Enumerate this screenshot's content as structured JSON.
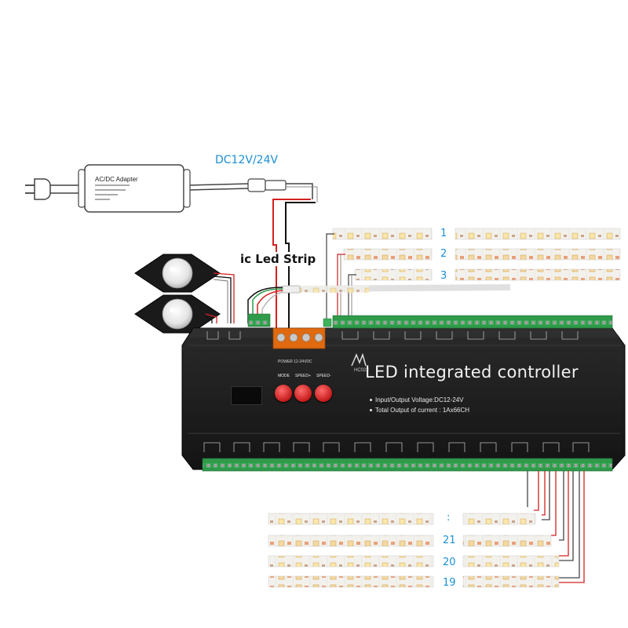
{
  "diagram": {
    "adapter_label": "AC/DC Adapter",
    "dc_label": "DC12V/24V",
    "ic_strip_label": "ic Led Strip",
    "controller": {
      "title": "LED integrated controller",
      "model": "HC022",
      "spec_voltage": "Input/Output Voltage:DC12-24V",
      "spec_current": "Total Output of current : 1Ax66CH",
      "power_label": "POWER 12-24VDC",
      "buttons": [
        "MODE",
        "SPEED+",
        "SPEED-"
      ]
    },
    "top_strip_numbers": [
      "1",
      "2",
      "3"
    ],
    "bottom_strip_numbers": [
      ":",
      "21",
      "20",
      "19"
    ]
  },
  "colors": {
    "controller_body": "#1e1e1e",
    "terminal_green": "#2e9a4a",
    "power_terminal": "#e06a10",
    "button_red": "#d42020",
    "number_blue": "#1b8fd4"
  }
}
